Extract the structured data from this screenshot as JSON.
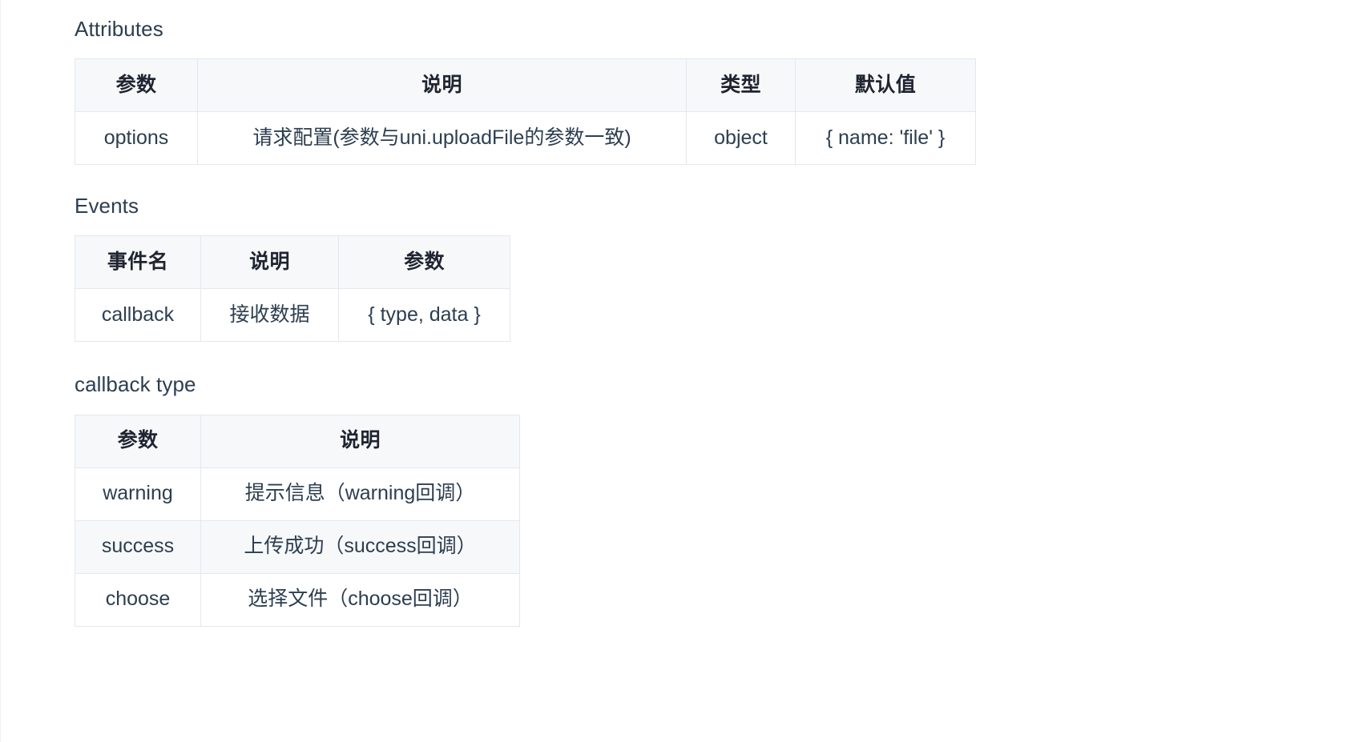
{
  "sections": [
    {
      "heading": "Attributes",
      "table": {
        "columns": [
          "参数",
          "说明",
          "类型",
          "默认值"
        ],
        "rows": [
          [
            "options",
            "请求配置(参数与uni.uploadFile的参数一致)",
            "object",
            "{ name: 'file' }"
          ]
        ]
      }
    },
    {
      "heading": "Events",
      "table": {
        "columns": [
          "事件名",
          "说明",
          "参数"
        ],
        "rows": [
          [
            "callback",
            "接收数据",
            "{ type, data }"
          ]
        ]
      }
    },
    {
      "heading": "callback type",
      "table": {
        "columns": [
          "参数",
          "说明"
        ],
        "rows": [
          [
            "warning",
            "提示信息（warning回调）"
          ],
          [
            "success",
            "上传成功（success回调）"
          ],
          [
            "choose",
            "选择文件（choose回调）"
          ]
        ]
      }
    }
  ],
  "colors": {
    "text": "#2c3e50",
    "header_text": "#1f2430",
    "table_border": "#e4e7ed",
    "header_bg": "#f7f8fa",
    "stripe_bg": "#f7f8fa",
    "page_bg": "#ffffff"
  }
}
